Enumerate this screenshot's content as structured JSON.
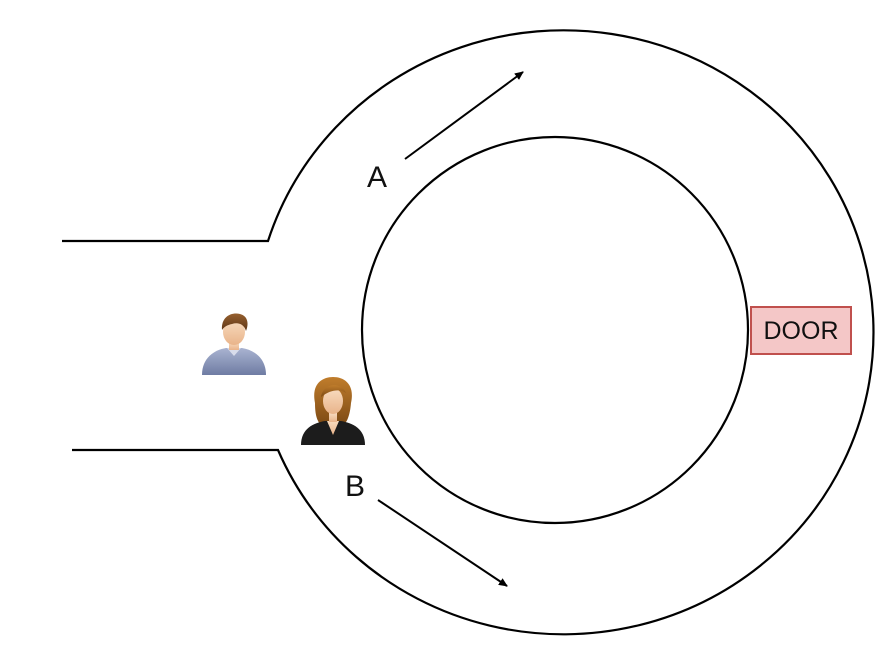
{
  "diagram": {
    "labels": {
      "path_a": "A",
      "path_b": "B",
      "door": "DOOR"
    },
    "colors": {
      "stroke": "#000000",
      "door_fill": "#f4c7c7",
      "door_border": "#c0504d",
      "man_shirt": "#8a96b8",
      "man_hair": "#7a4a24",
      "woman_hair": "#a0641e",
      "woman_jacket": "#1a1a1a",
      "skin": "#f2c8a0"
    },
    "icons": {
      "man": "man-person-icon",
      "woman": "woman-person-icon"
    }
  }
}
